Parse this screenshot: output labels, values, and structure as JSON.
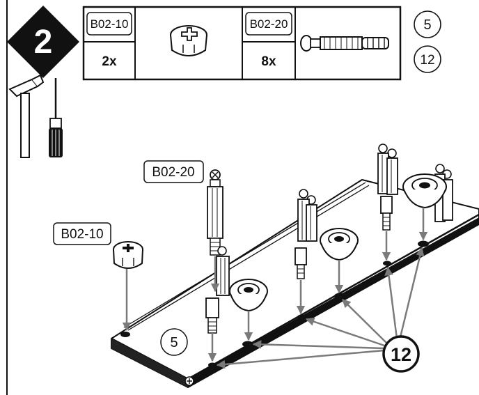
{
  "step": {
    "number": "2"
  },
  "parts_table": {
    "part_a": {
      "code": "B02-10",
      "qty": "2x",
      "icon": "cam-lock-icon"
    },
    "part_b": {
      "code": "B02-20",
      "qty": "8x",
      "icon": "cam-bolt-icon"
    }
  },
  "panel_refs": [
    "5",
    "12"
  ],
  "tools": [
    "hammer-icon",
    "screwdriver-icon"
  ],
  "callouts": {
    "bolt_label": "B02-20",
    "cam_label": "B02-10",
    "panel_number": "5",
    "target_panel": "12"
  },
  "colors": {
    "ink": "#111111",
    "arrow": "#7a7a7a",
    "bolt_fill": "#f2f2f2"
  }
}
